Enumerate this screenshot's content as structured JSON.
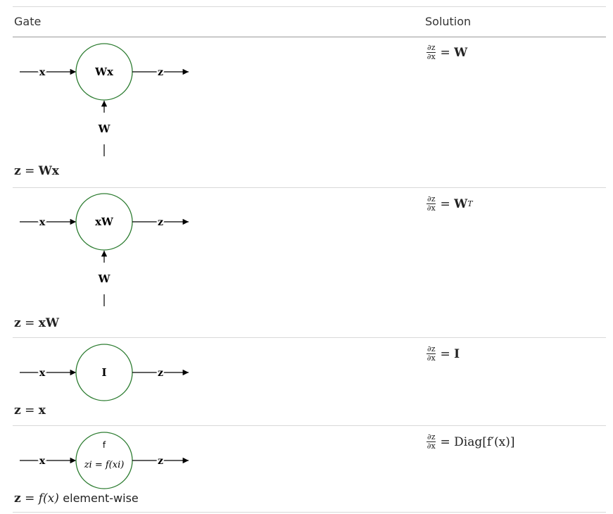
{
  "header": {
    "gate": "Gate",
    "solution": "Solution"
  },
  "rows": [
    {
      "input_label": "x",
      "output_label": "z",
      "node_label": "Wx",
      "param_label": "W",
      "equation": {
        "lhs": "z",
        "eq": "=",
        "rhs": "Wx",
        "suffix": ""
      },
      "solution": {
        "num": "∂z",
        "den": "∂x",
        "eq": "=",
        "rhs": "W",
        "sup": ""
      }
    },
    {
      "input_label": "x",
      "output_label": "z",
      "node_label": "xW",
      "param_label": "W",
      "equation": {
        "lhs": "z",
        "eq": "=",
        "rhs": "xW",
        "suffix": ""
      },
      "solution": {
        "num": "∂z",
        "den": "∂x",
        "eq": "=",
        "rhs": "W",
        "sup": "T"
      }
    },
    {
      "input_label": "x",
      "output_label": "z",
      "node_label": "I",
      "equation": {
        "lhs": "z",
        "eq": "=",
        "rhs": "x",
        "suffix": ""
      },
      "solution": {
        "num": "∂z",
        "den": "∂x",
        "eq": "=",
        "rhs": "I",
        "sup": ""
      }
    },
    {
      "input_label": "x",
      "output_label": "z",
      "node_label": "f",
      "node_sublabel": "zi = f(xi)",
      "equation": {
        "lhs": "z",
        "eq": "=",
        "rhs": "f(x)",
        "suffix": "element-wise"
      },
      "solution": {
        "num": "∂z",
        "den": "∂x",
        "eq": "=",
        "rhs": "Diag[f′(x)]",
        "sup": ""
      }
    }
  ],
  "colors": {
    "node_stroke": "#2e7d32",
    "line": "#000000"
  }
}
